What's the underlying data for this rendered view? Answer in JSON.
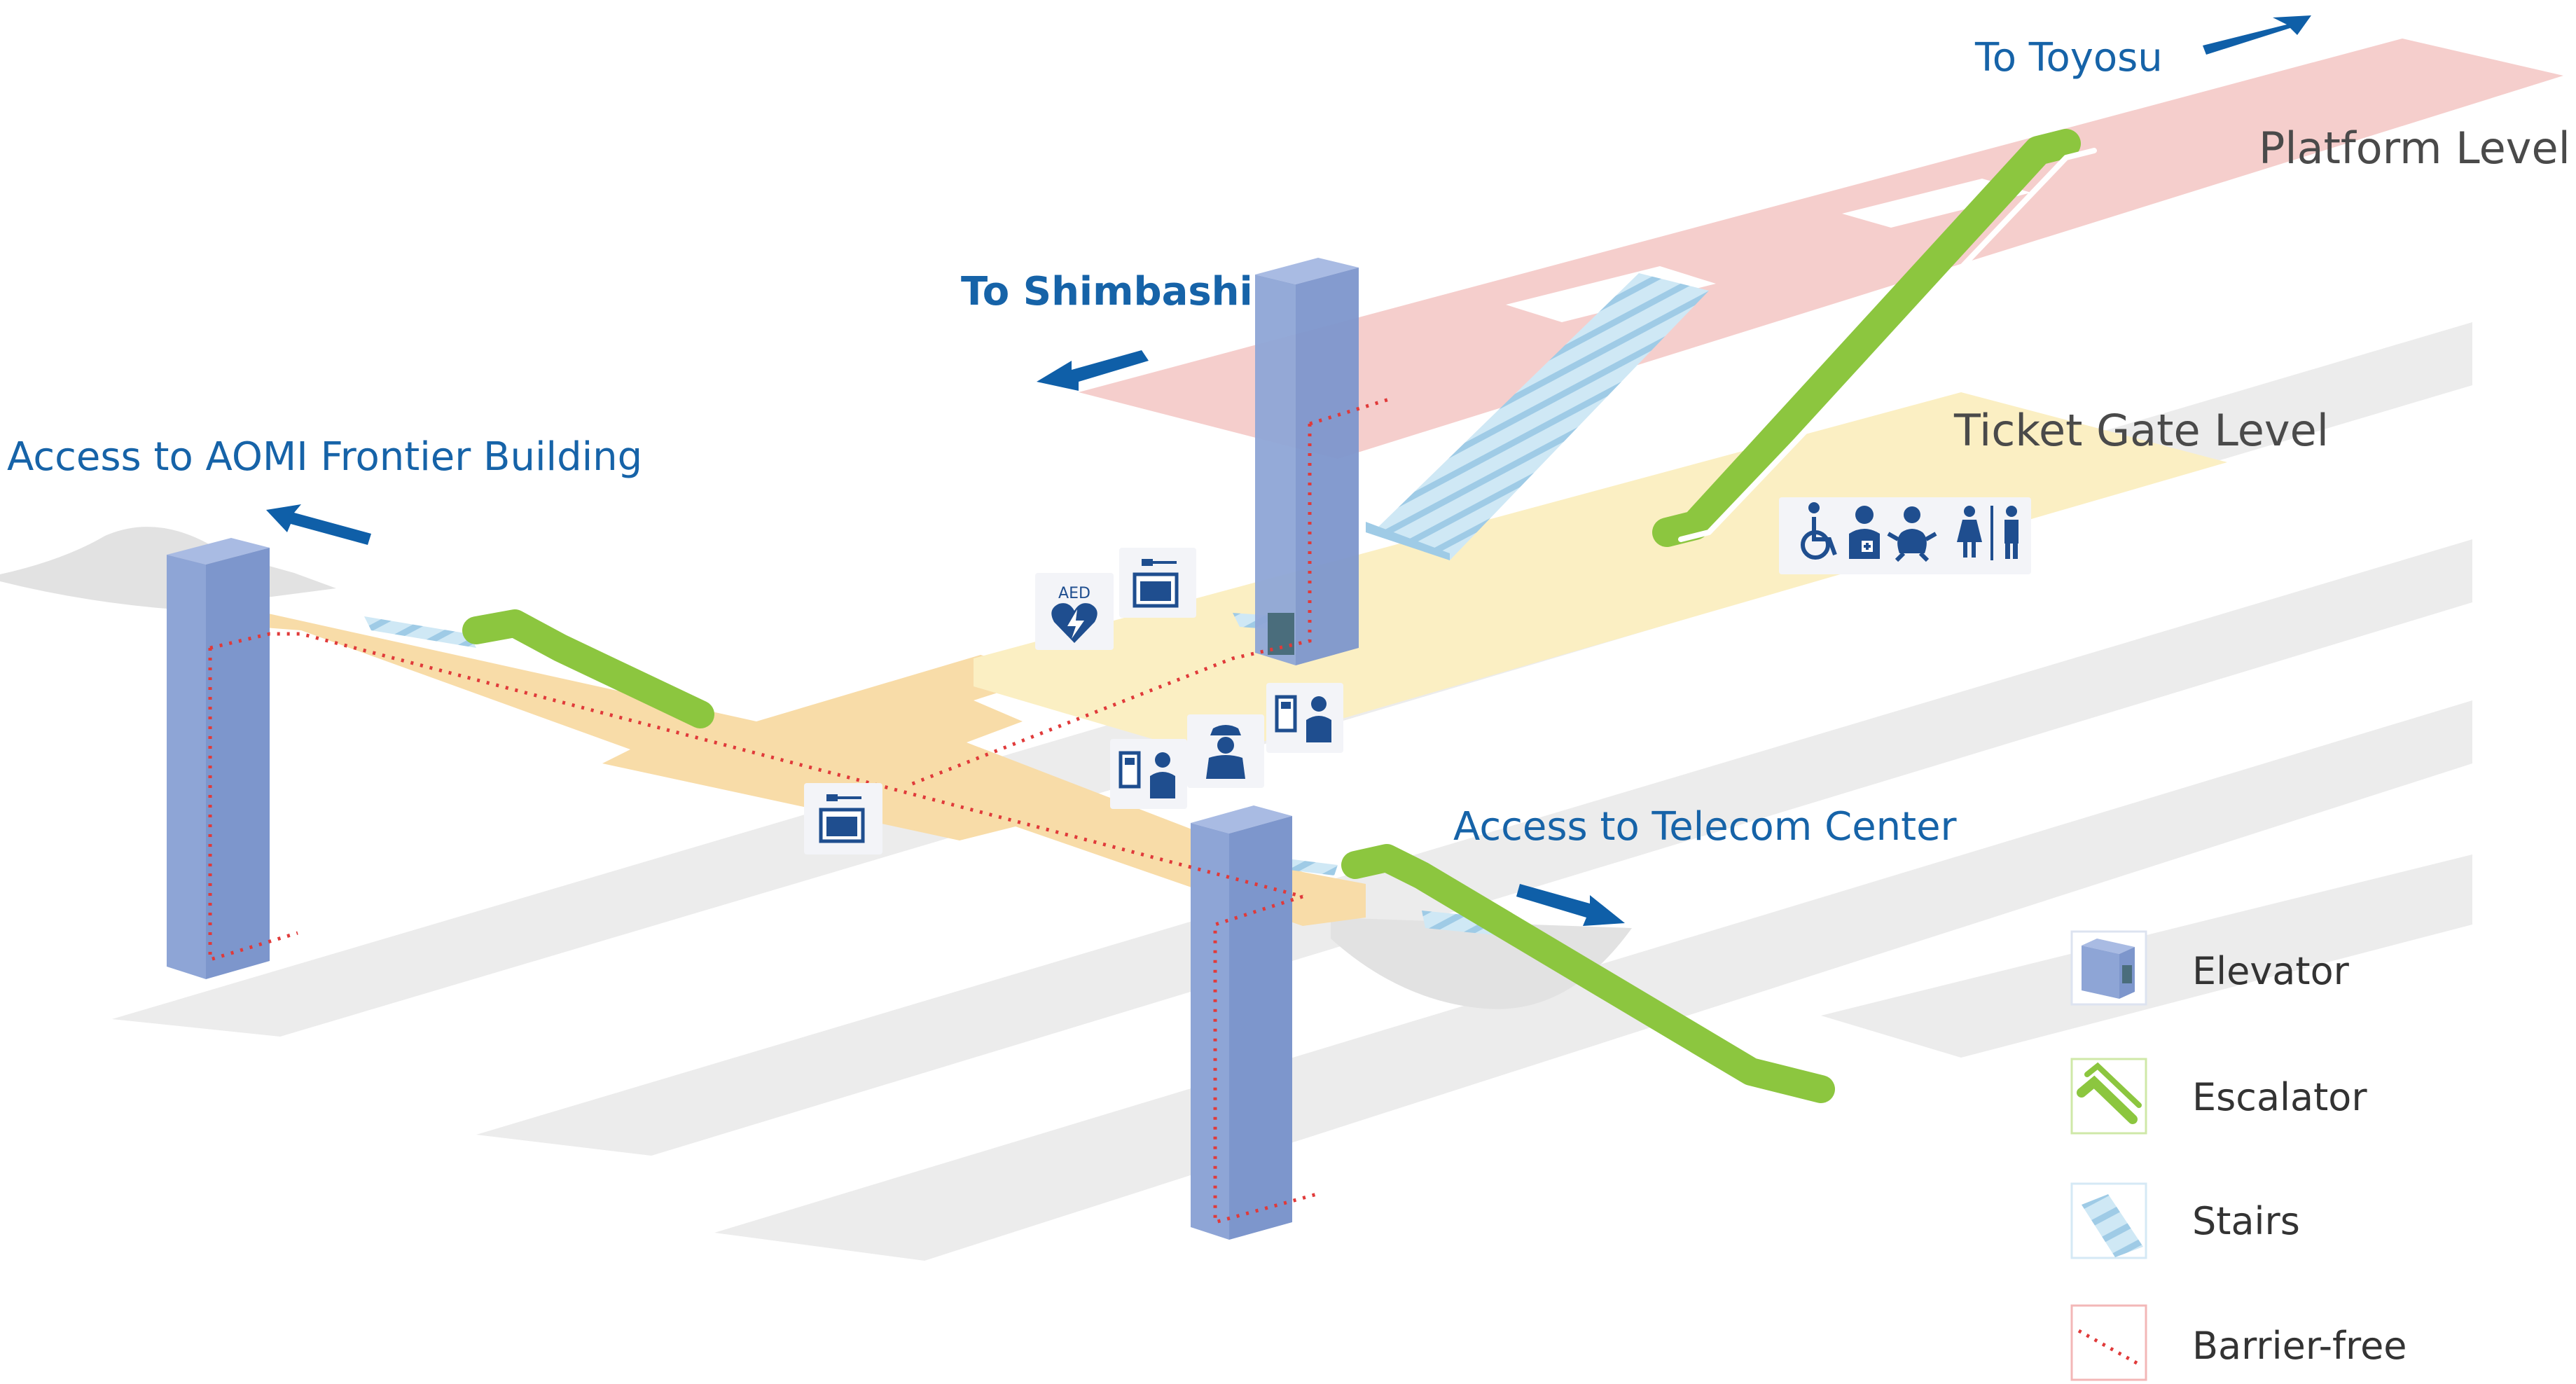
{
  "labels": {
    "to_toyosu": "To Toyosu",
    "to_shimbashi": "To Shimbashi",
    "access_aomi": "Access to AOMI Frontier Building",
    "access_telecom": "Access to Telecom Center",
    "platform_level": "Platform Level",
    "ticket_gate_level": "Ticket Gate Level",
    "aed": "AED"
  },
  "legend": {
    "elevator": "Elevator",
    "escalator": "Escalator",
    "stairs": "Stairs",
    "barrier_free": "Barrier-free"
  },
  "facilities": [
    "aed-icon",
    "locker-icon",
    "ticket-machine-icon",
    "station-staff-icon",
    "wheelchair-icon",
    "ostomate-icon",
    "baby-care-icon",
    "restroom-icon"
  ],
  "colors": {
    "elevator": "#8ea5d6",
    "escalator": "#8cc63f",
    "stairs": "#bfe0f0",
    "barrier_free": "#e03a3a",
    "platform": "#f4c9c6",
    "ticket_gate": "#fbefc3",
    "concourse": "#f8dca8",
    "direction_text": "#1663a8",
    "arrow": "#0f5fa8",
    "icon": "#1f4e8f"
  }
}
